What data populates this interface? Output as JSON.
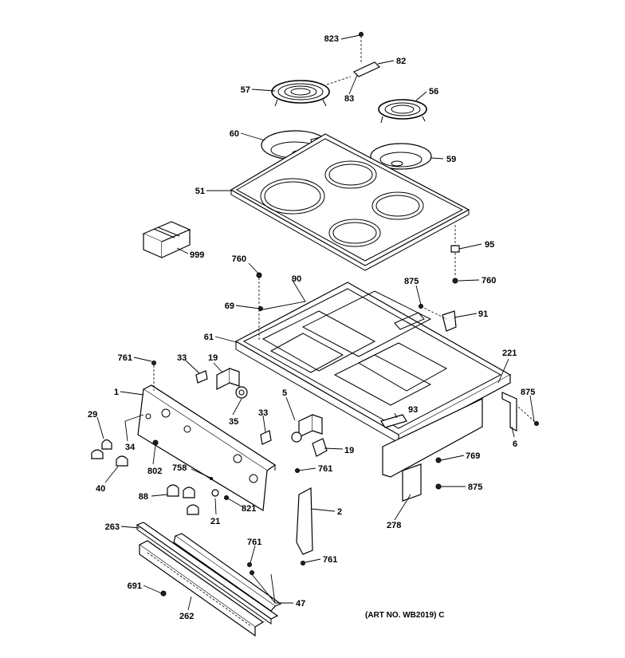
{
  "art_number": "(ART NO. WB2019) C",
  "part_labels": [
    "823",
    "82",
    "83",
    "57",
    "56",
    "60",
    "59",
    "51",
    "999",
    "95",
    "760",
    "90",
    "875",
    "760",
    "69",
    "91",
    "61",
    "221",
    "761",
    "33",
    "19",
    "1",
    "5",
    "35",
    "33",
    "875",
    "29",
    "34",
    "93",
    "6",
    "802",
    "758",
    "761",
    "19",
    "769",
    "40",
    "88",
    "21",
    "821",
    "2",
    "875",
    "278",
    "263",
    "761",
    "761",
    "691",
    "47",
    "262"
  ]
}
